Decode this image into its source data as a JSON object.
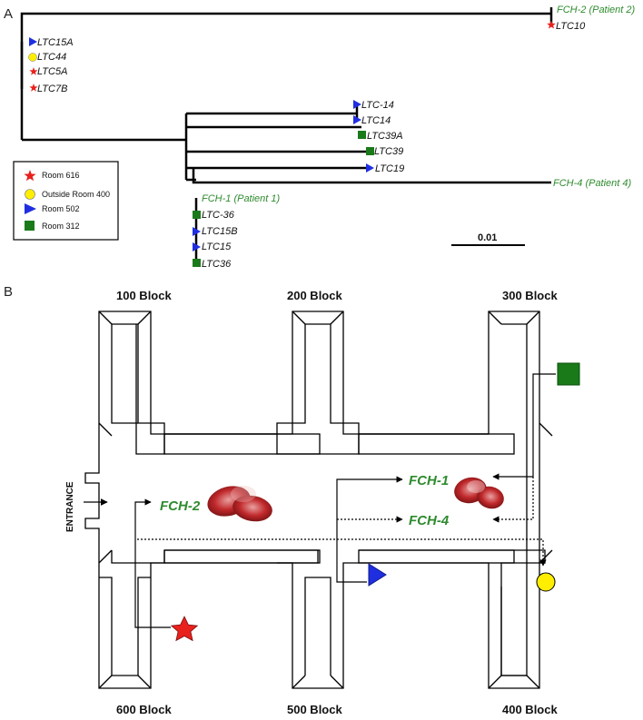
{
  "panel_a": {
    "letter": "A",
    "taxa": [
      {
        "id": "fch2",
        "label": "FCH-2 (Patient 2)",
        "patient": true
      },
      {
        "id": "ltc10",
        "label": "LTC10"
      },
      {
        "id": "ltc15a",
        "label": "LTC15A"
      },
      {
        "id": "ltc44",
        "label": "LTC44"
      },
      {
        "id": "ltc5a",
        "label": "LTC5A"
      },
      {
        "id": "ltc7b",
        "label": "LTC7B"
      },
      {
        "id": "ltc-14",
        "label": "LTC-14"
      },
      {
        "id": "ltc14",
        "label": "LTC14"
      },
      {
        "id": "ltc39a",
        "label": "LTC39A"
      },
      {
        "id": "ltc39",
        "label": "LTC39"
      },
      {
        "id": "ltc19",
        "label": "LTC19"
      },
      {
        "id": "fch4",
        "label": "FCH-4 (Patient 4)",
        "patient": true
      },
      {
        "id": "fch1",
        "label": "FCH-1 (Patient 1)",
        "patient": true
      },
      {
        "id": "ltc-36",
        "label": "LTC-36"
      },
      {
        "id": "ltc15b",
        "label": "LTC15B"
      },
      {
        "id": "ltc15",
        "label": "LTC15"
      },
      {
        "id": "ltc36",
        "label": "LTC36"
      }
    ],
    "legend": [
      {
        "label": "Room 616",
        "symbol": "star",
        "color": "#e8211d"
      },
      {
        "label": "Outside Room 400",
        "symbol": "circle",
        "color": "#ffee00"
      },
      {
        "label": "Room 502",
        "symbol": "triangle",
        "color": "#1f2fe0"
      },
      {
        "label": "Room 312",
        "symbol": "square",
        "color": "#1a7a1a"
      }
    ],
    "scale_bar": "0.01"
  },
  "panel_b": {
    "letter": "B",
    "blocks": [
      "100 Block",
      "200 Block",
      "300 Block",
      "600 Block",
      "500 Block",
      "400 Block"
    ],
    "entrance": "ENTRANCE",
    "patients": [
      "FCH-1",
      "FCH-2",
      "FCH-4"
    ]
  },
  "colors": {
    "patient_green": "#2e8b2e",
    "star_red": "#e8211d",
    "circle_yellow": "#ffee00",
    "triangle_blue": "#1f2fe0",
    "square_green": "#1a7a1a"
  }
}
